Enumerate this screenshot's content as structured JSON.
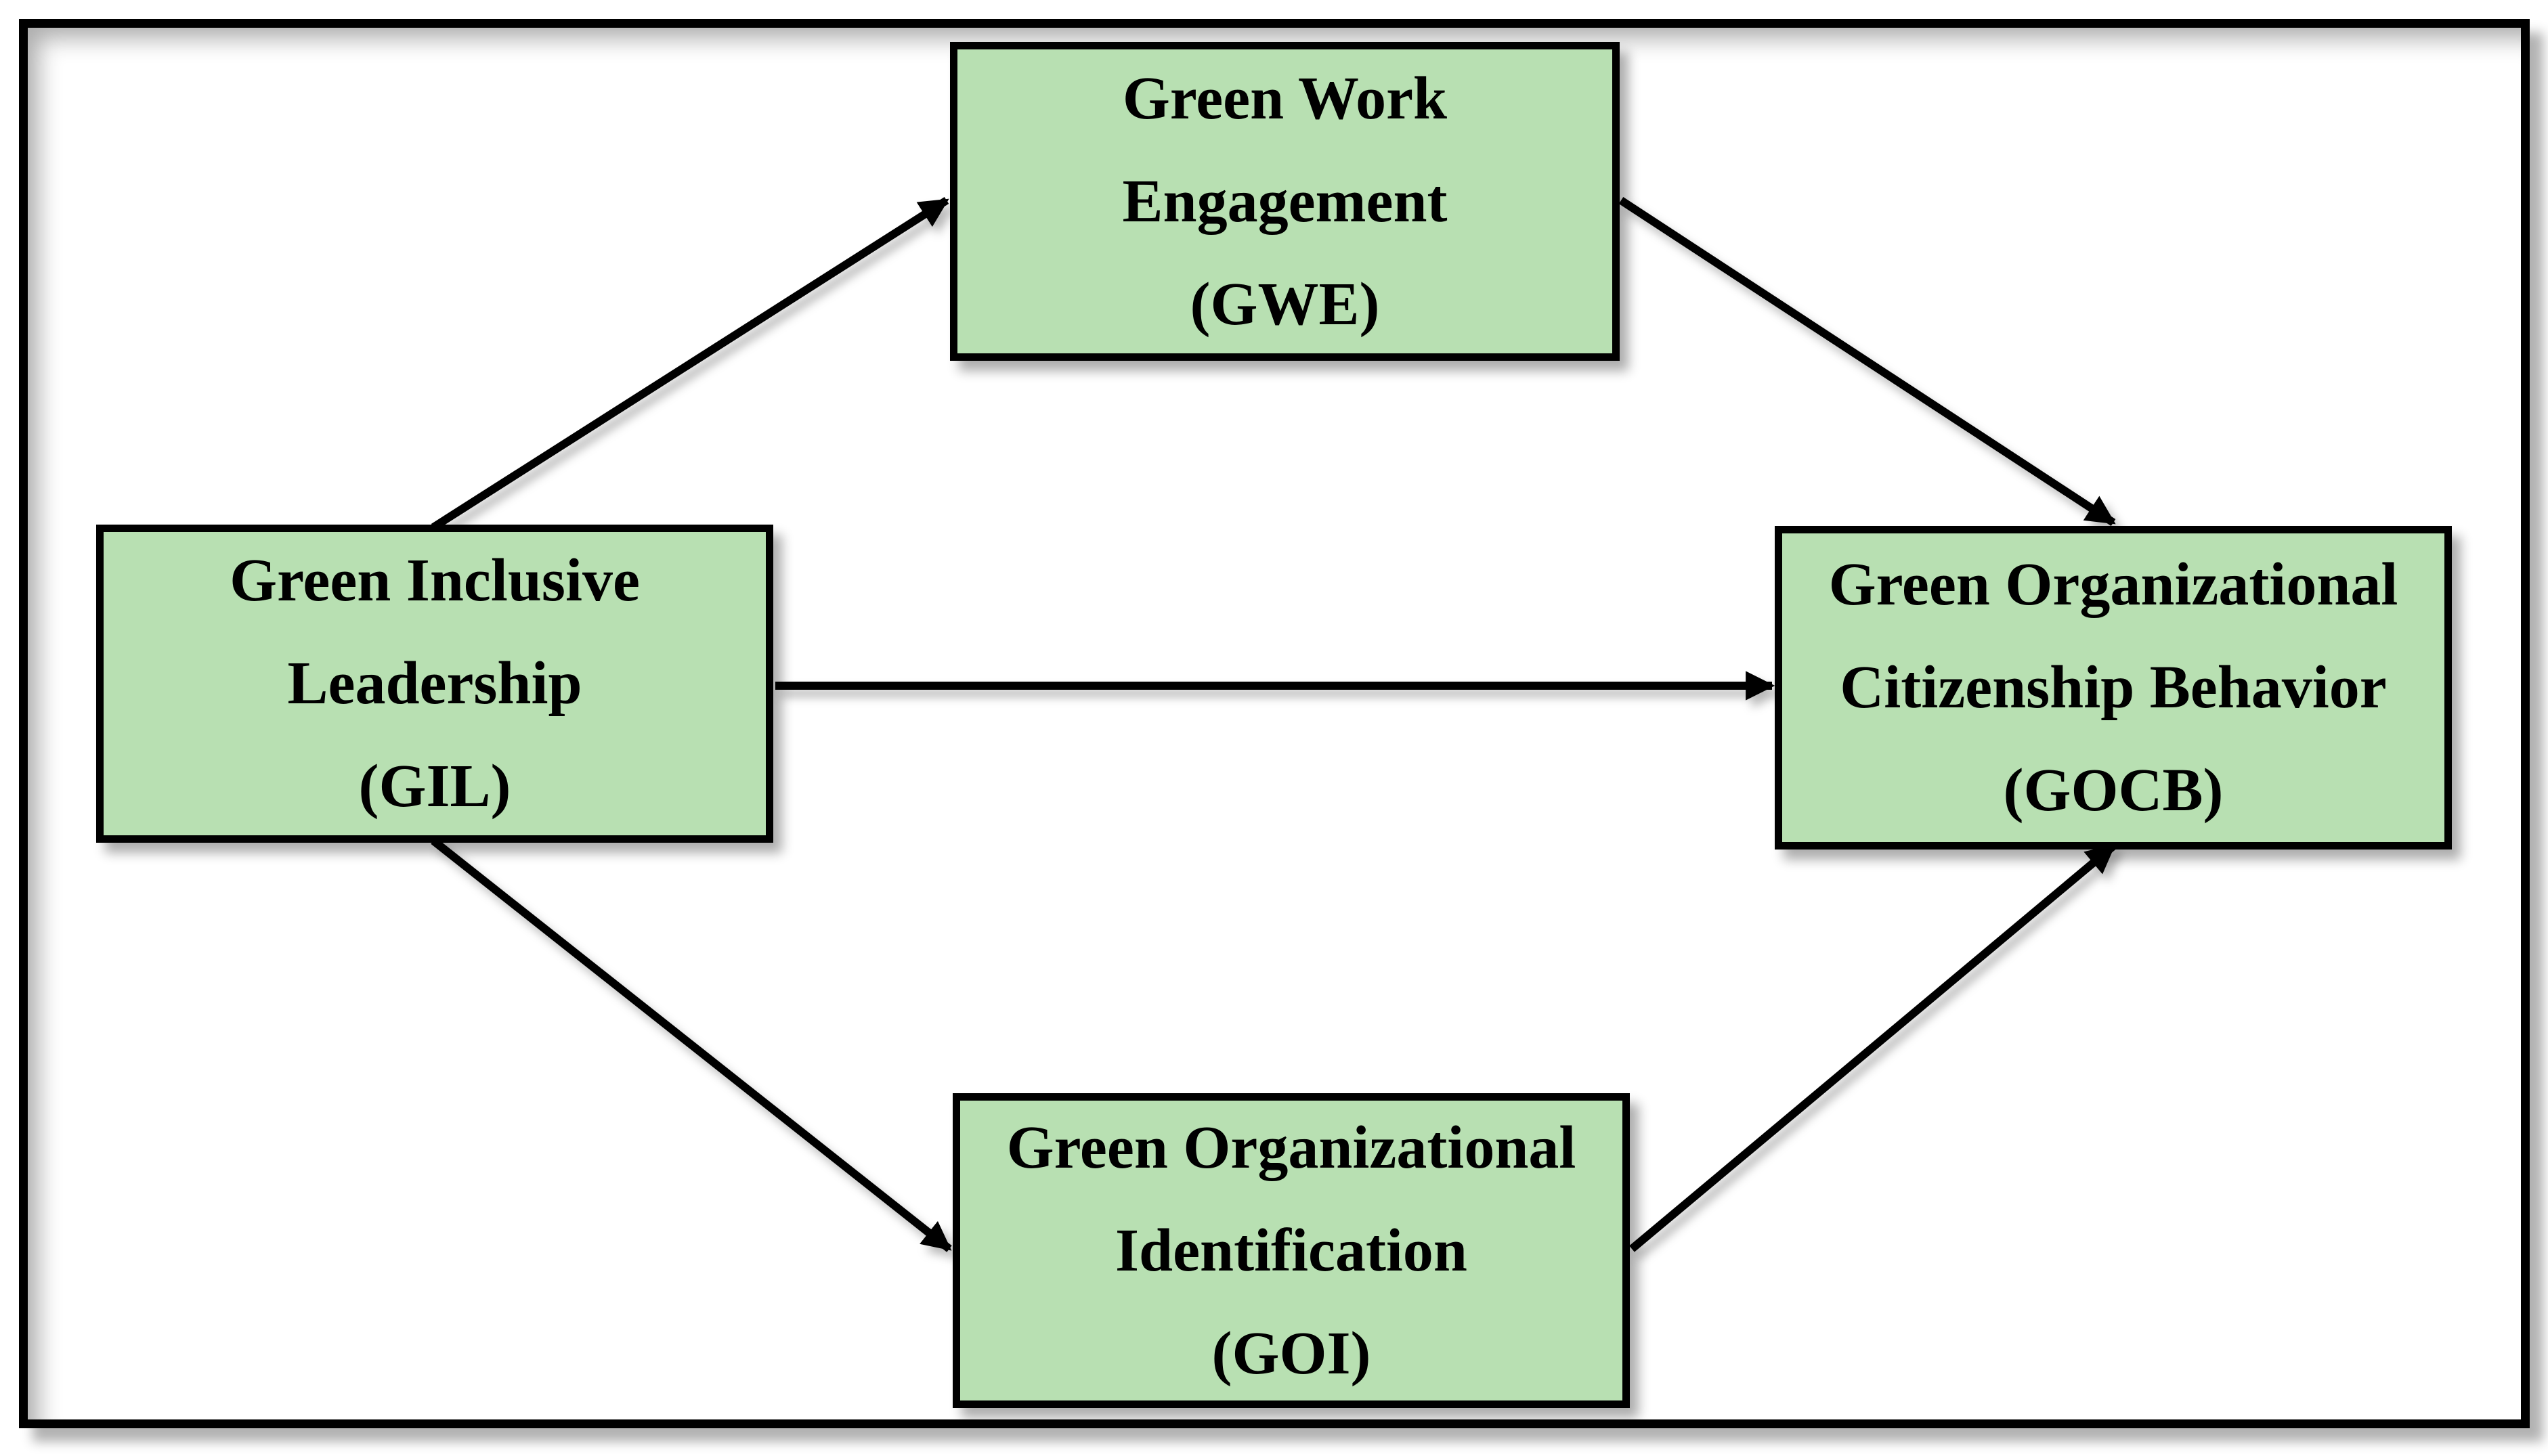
{
  "figure": {
    "type": "conceptual-model-diagram",
    "background_color": "#ffffff",
    "frame_color": "#000000",
    "node_fill_color": "#b8e0b2",
    "node_border_color": "#000000",
    "arrow_color": "#000000",
    "text_color": "#000000",
    "nodes": [
      {
        "id": "GIL",
        "lines": [
          "Green Inclusive",
          "Leadership",
          "(GIL)"
        ]
      },
      {
        "id": "GWE",
        "lines": [
          "Green Work",
          "Engagement",
          "(GWE)"
        ]
      },
      {
        "id": "GOI",
        "lines": [
          "Green Organizational",
          "Identification",
          "(GOI)"
        ]
      },
      {
        "id": "GOCB",
        "lines": [
          "Green Organizational",
          "Citizenship Behavior",
          "(GOCB)"
        ]
      }
    ],
    "edges": [
      {
        "from": "GIL",
        "to": "GWE"
      },
      {
        "from": "GWE",
        "to": "GOCB"
      },
      {
        "from": "GIL",
        "to": "GOCB"
      },
      {
        "from": "GIL",
        "to": "GOI"
      },
      {
        "from": "GOI",
        "to": "GOCB"
      }
    ]
  }
}
